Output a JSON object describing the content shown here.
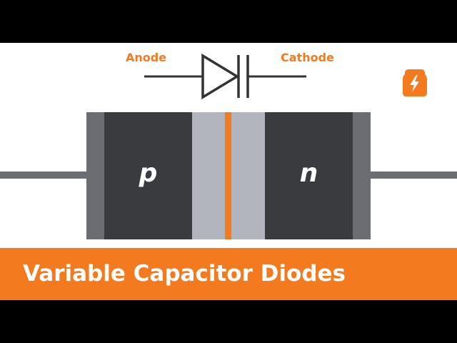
{
  "diagram": {
    "symbol": {
      "anode_label": "Anode",
      "cathode_label": "Cathode"
    },
    "regions": {
      "p_label": "p",
      "n_label": "n"
    },
    "banner": {
      "title": "Variable Capacitor Diodes"
    },
    "logo_icon": "lightning-bolt-icon",
    "colors": {
      "accent": "#f47a20",
      "background": "#ffffff",
      "semiconductor": "#3a3b3f",
      "depletion_region": "#b2b5bd",
      "lead": "#6b6d73",
      "symbol_stroke": "#333333",
      "letterbox": "#000000"
    }
  }
}
